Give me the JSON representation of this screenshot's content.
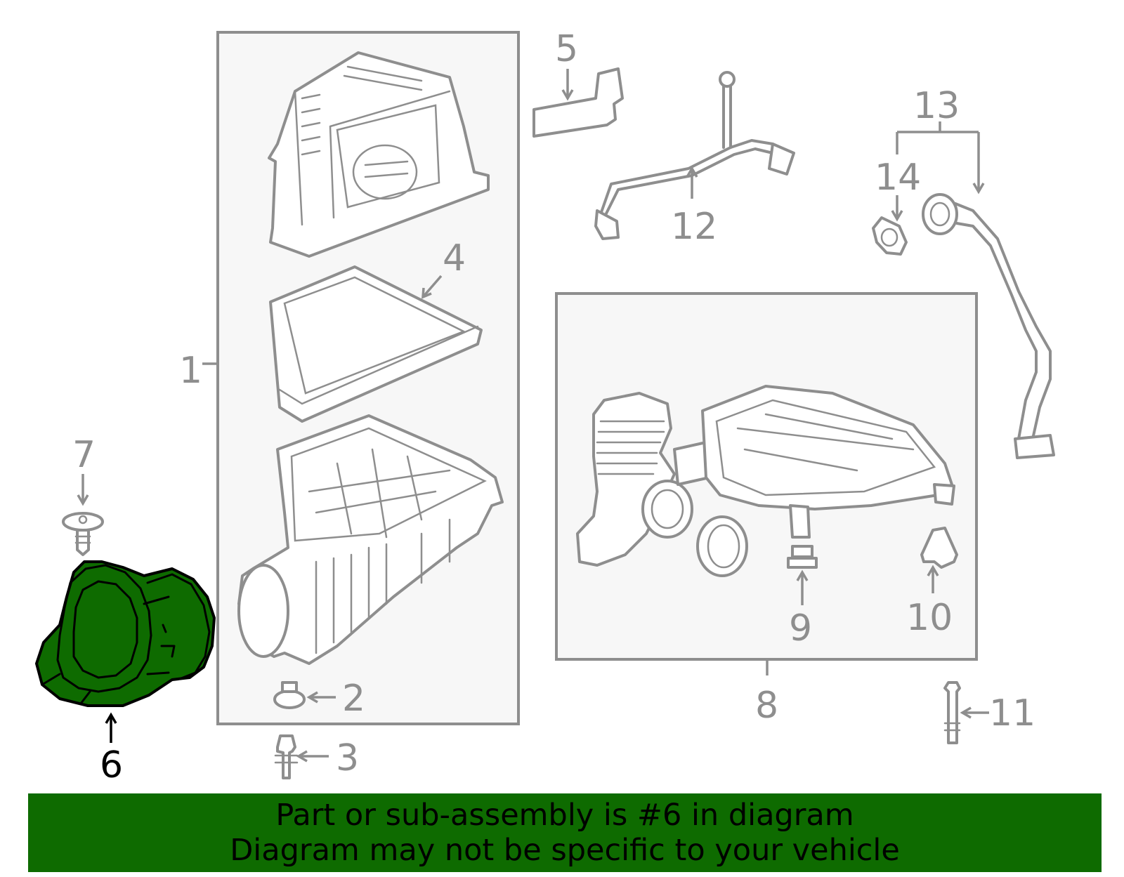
{
  "callouts": {
    "c1": "1",
    "c2": "2",
    "c3": "3",
    "c4": "4",
    "c5": "5",
    "c6": "6",
    "c7": "7",
    "c8": "8",
    "c9": "9",
    "c10": "10",
    "c11": "11",
    "c12": "12",
    "c13": "13",
    "c14": "14"
  },
  "highlighted_part": "6",
  "colors": {
    "highlight": "#0e6b00",
    "line": "#8e8e8e",
    "box_fill": "#f7f7f7"
  },
  "footer": {
    "line1": "Part or sub-assembly is #6 in diagram",
    "line2": "Diagram may not be specific to your vehicle"
  }
}
